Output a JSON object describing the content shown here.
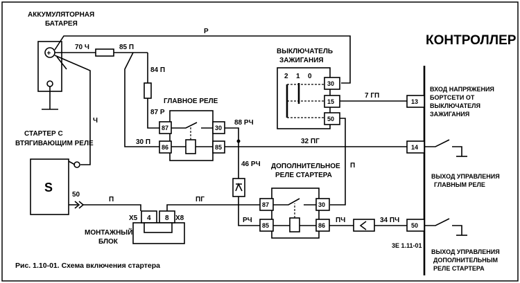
{
  "battery": {
    "title_line1": "АККУМУЛЯТОРНАЯ",
    "title_line2": "БАТАРЕЯ",
    "plus": "+"
  },
  "starter": {
    "title_line1": "СТАРТЕР С",
    "title_line2": "ВТЯГИВАЮЩИМ РЕЛЕ",
    "symbol": "S",
    "terminal": "50"
  },
  "ignition": {
    "title_line1": "ВЫКЛЮЧАТЕЛЬ",
    "title_line2": "ЗАЖИГАНИЯ",
    "positions": [
      "2",
      "1",
      "0"
    ],
    "pins": [
      "30",
      "15",
      "50"
    ]
  },
  "main_relay": {
    "title": "ГЛАВНОЕ РЕЛЕ",
    "pins": [
      "87",
      "30",
      "86",
      "85"
    ]
  },
  "aux_relay": {
    "title_line1": "ДОПОЛНИТЕЛЬНОЕ",
    "title_line2": "РЕЛЕ СТАРТЕРА",
    "pins": [
      "87",
      "30",
      "85",
      "86"
    ]
  },
  "mount_block": {
    "title_line1": "МОНТАЖНЫЙ",
    "title_line2": "БЛОК",
    "left_conn": "Х5",
    "right_conn": "Х8",
    "pins": [
      "4",
      "8"
    ]
  },
  "controller": {
    "title": "КОНТРОЛЛЕР",
    "pins": [
      "13",
      "14",
      "50"
    ],
    "labels": {
      "input_line1": "ВХОД НАПРЯЖЕНИЯ",
      "input_line2": "БОРТСЕТИ ОТ",
      "input_line3": "ВЫКЛЮЧАТЕЛЯ",
      "input_line4": "ЗАЖИГАНИЯ",
      "out_main_line1": "ВЫХОД УПРАВЛЕНИЯ",
      "out_main_line2": "ГЛАВНЫМ  РЕЛЕ",
      "out_aux_line1": "ВЫХОД УПРАВЛЕНИЯ",
      "out_aux_line2": "ДОПОЛНИТЕЛЬНЫМ",
      "out_aux_line3": "РЕЛЕ СТАРТЕРА"
    }
  },
  "wires": {
    "w70ch": "70 Ч",
    "w85p": "85 П",
    "w84p": "84 П",
    "w87r": "87 Р",
    "wR": "Р",
    "wCh": "Ч",
    "w30p": "30 П",
    "w88rch": "88 РЧ",
    "w32pg": "32 ПГ",
    "w7gp": "7 ГП",
    "w46rch": "46 РЧ",
    "wP_right": "П",
    "wP_left": "П",
    "wPG": "ПГ",
    "wRCh": "РЧ",
    "wPCh": "ПЧ",
    "w34pch": "34 ПЧ"
  },
  "figure": {
    "caption": "Рис. 1.10-01. Схема включения стартера",
    "code": "3Е 1.11-01"
  }
}
